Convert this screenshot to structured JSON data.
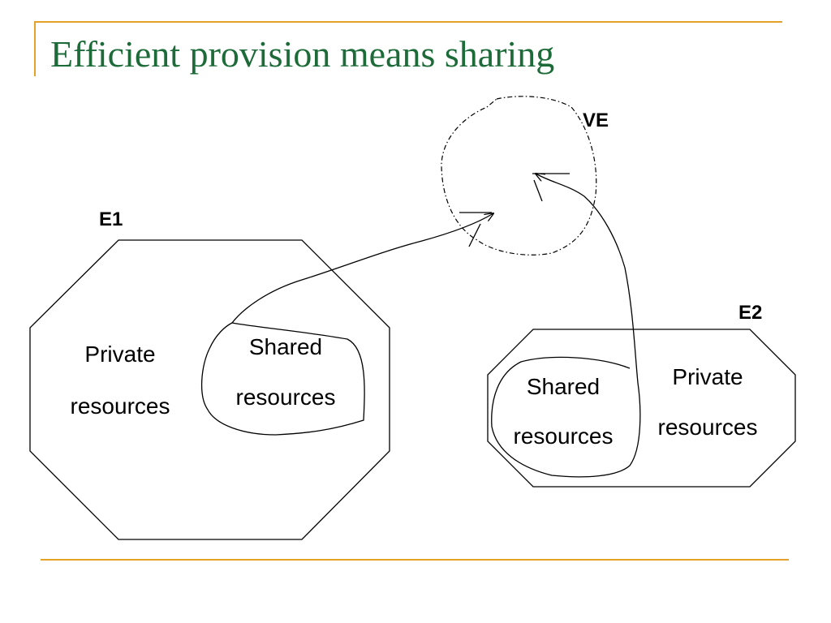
{
  "slide": {
    "title": "Efficient provision means sharing",
    "accent_color": "#E5A229",
    "title_color": "#1E6B3A"
  },
  "diagram": {
    "nodes": {
      "ve": {
        "label": "VE"
      },
      "e1": {
        "label": "E1",
        "private_label_line1": "Private",
        "private_label_line2": "resources",
        "shared_label_line1": "Shared",
        "shared_label_line2": "resources"
      },
      "e2": {
        "label": "E2",
        "private_label_line1": "Private",
        "private_label_line2": "resources",
        "shared_label_line1": "Shared",
        "shared_label_line2": "resources"
      }
    },
    "edges": [
      {
        "from": "e1.shared",
        "to": "ve"
      },
      {
        "from": "e2.shared",
        "to": "ve"
      }
    ]
  }
}
